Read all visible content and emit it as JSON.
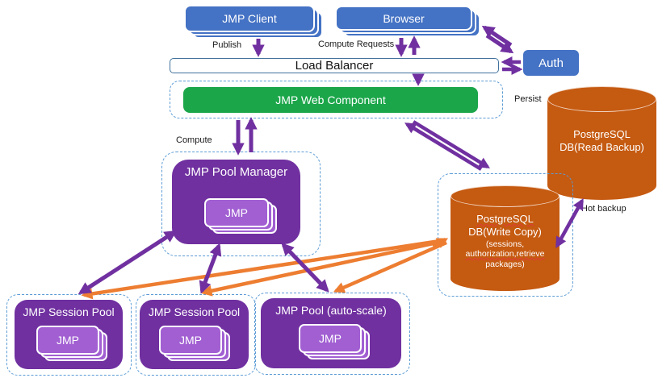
{
  "title": "JMP deployment architecture diagram",
  "colors": {
    "node_blue": "#4472C4",
    "node_green": "#1BA64A",
    "node_purple": "#7030A0",
    "node_lilac": "#A15FD2",
    "db_orange": "#C55A11",
    "arrow_purple": "#7030A0",
    "arrow_orange": "#ED7D31",
    "dashed_border": "#5B9BD5"
  },
  "nodes": {
    "jmp_client": {
      "label": "JMP Client"
    },
    "browser": {
      "label": "Browser"
    },
    "auth": {
      "label": "Auth"
    },
    "load_balancer": {
      "label": "Load Balancer"
    },
    "web_component": {
      "label": "JMP Web Component"
    },
    "pool_manager": {
      "label": "JMP Pool Manager",
      "inner": "JMP"
    },
    "db_read": {
      "line1": "PostgreSQL",
      "line2": "DB(Read Backup)"
    },
    "db_write": {
      "line1": "PostgreSQL",
      "line2": "DB(Write Copy)",
      "note1": "(sessions,",
      "note2": "authorization,retrieve",
      "note3": "packages)"
    },
    "pool1": {
      "label": "JMP Session Pool",
      "inner": "JMP"
    },
    "pool2": {
      "label": "JMP Session Pool",
      "inner": "JMP"
    },
    "pool3": {
      "label": "JMP Pool (auto-scale)",
      "inner": "JMP"
    }
  },
  "edge_labels": {
    "publish": "Publish",
    "compute_requests": "Compute Requests",
    "compute": "Compute",
    "persist": "Persist",
    "hot_backup": "Hot backup"
  }
}
